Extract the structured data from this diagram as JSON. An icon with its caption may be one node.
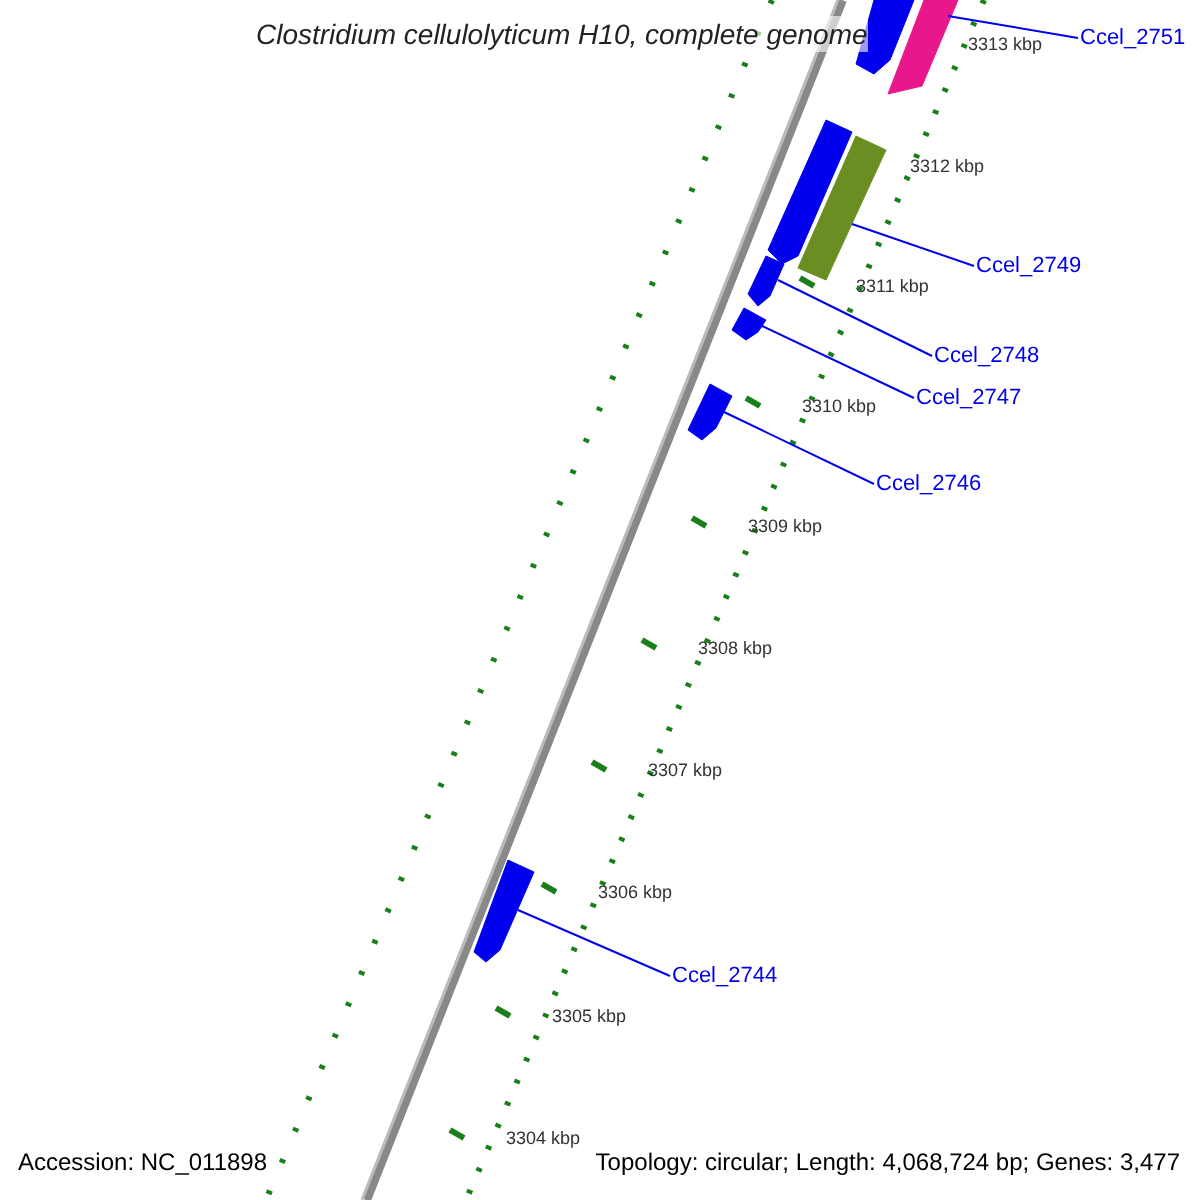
{
  "diagram": {
    "title": "Clostridium cellulolyticum H10, complete genome",
    "nodes": [
      {
        "text": [
          "Ccel_2751"
        ]
      },
      {
        "text": [
          "Ccel_2749"
        ]
      },
      {
        "text": [
          "Ccel_2748"
        ]
      },
      {
        "text": [
          "Ccel_2747"
        ]
      },
      {
        "text": [
          "Ccel_2746"
        ]
      },
      {
        "text": [
          "Ccel_2744"
        ]
      },
      {
        "text": [],
        "shape": "bar"
      },
      {
        "text": [],
        "shape": "bar"
      },
      {
        "text": [],
        "shape": "bar"
      },
      {
        "text": [],
        "shape": "bar"
      },
      {
        "text": [],
        "shape": "bar"
      },
      {
        "text": [],
        "shape": "bar"
      },
      {
        "text": [],
        "shape": "bar"
      },
      {
        "text": [],
        "shape": "bar"
      }
    ],
    "edges": [
      {
        "from": 0,
        "to": 7,
        "arrow": "none"
      },
      {
        "from": 1,
        "to": 9,
        "arrow": "none"
      },
      {
        "from": 2,
        "to": 10,
        "arrow": "none"
      },
      {
        "from": 3,
        "to": 11,
        "arrow": "none"
      },
      {
        "from": 4,
        "to": 12,
        "arrow": "none"
      },
      {
        "from": 5,
        "to": 13,
        "arrow": "none"
      }
    ],
    "labels": [
      "3313 kbp",
      "3312 kbp",
      "3311 kbp",
      "3310 kbp",
      "3309 kbp",
      "3308 kbp",
      "3307 kbp",
      "3306 kbp",
      "3305 kbp",
      "3304 kbp",
      "Accession: NC_011898",
      "Topology: circular; Length: 4,068,724 bp; Genes: 3,477"
    ]
  }
}
